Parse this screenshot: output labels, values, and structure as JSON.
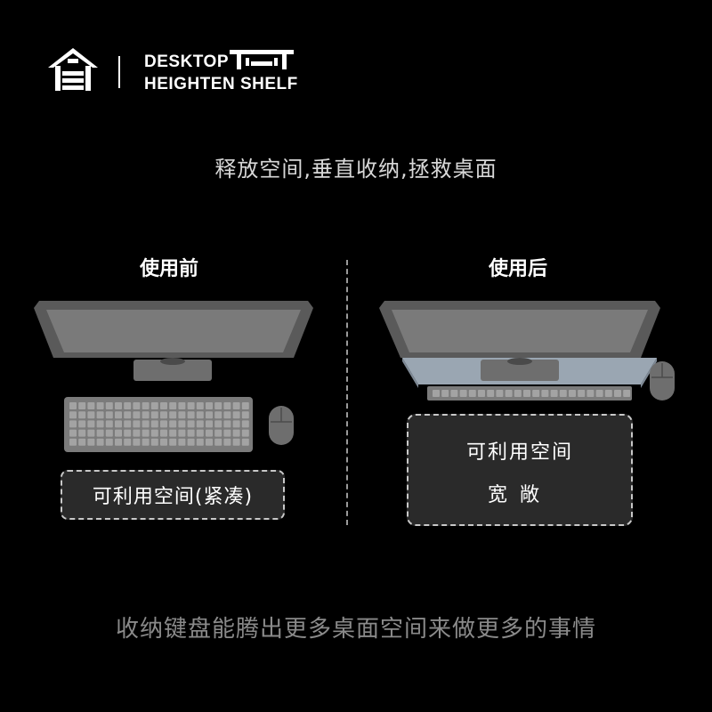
{
  "header": {
    "brand_line1": "DESKTOP",
    "brand_line2": "HEIGHTEN SHELF"
  },
  "slogan": "释放空间,垂直收纳,拯救桌面",
  "comparison": {
    "before": {
      "label": "使用前",
      "space_text": "可利用空间(紧凑)"
    },
    "after": {
      "label": "使用后",
      "space_title": "可利用空间",
      "space_value": "宽敞"
    }
  },
  "footer": "收纳键盘能腾出更多桌面空间来做更多的事情",
  "colors": {
    "background": "#000000",
    "monitor_frame": "#5a5a5a",
    "monitor_screen": "#7a7a7a",
    "shelf": "#9aa6b2",
    "keyboard": "#7b7b7b",
    "key": "#a3a3a3",
    "dashed_border": "#c8c8c8",
    "box_fill": "#2a2a2a"
  },
  "icons": {
    "logo": "house-shelf-icon",
    "shelf_glyph": "shelf-icon"
  }
}
